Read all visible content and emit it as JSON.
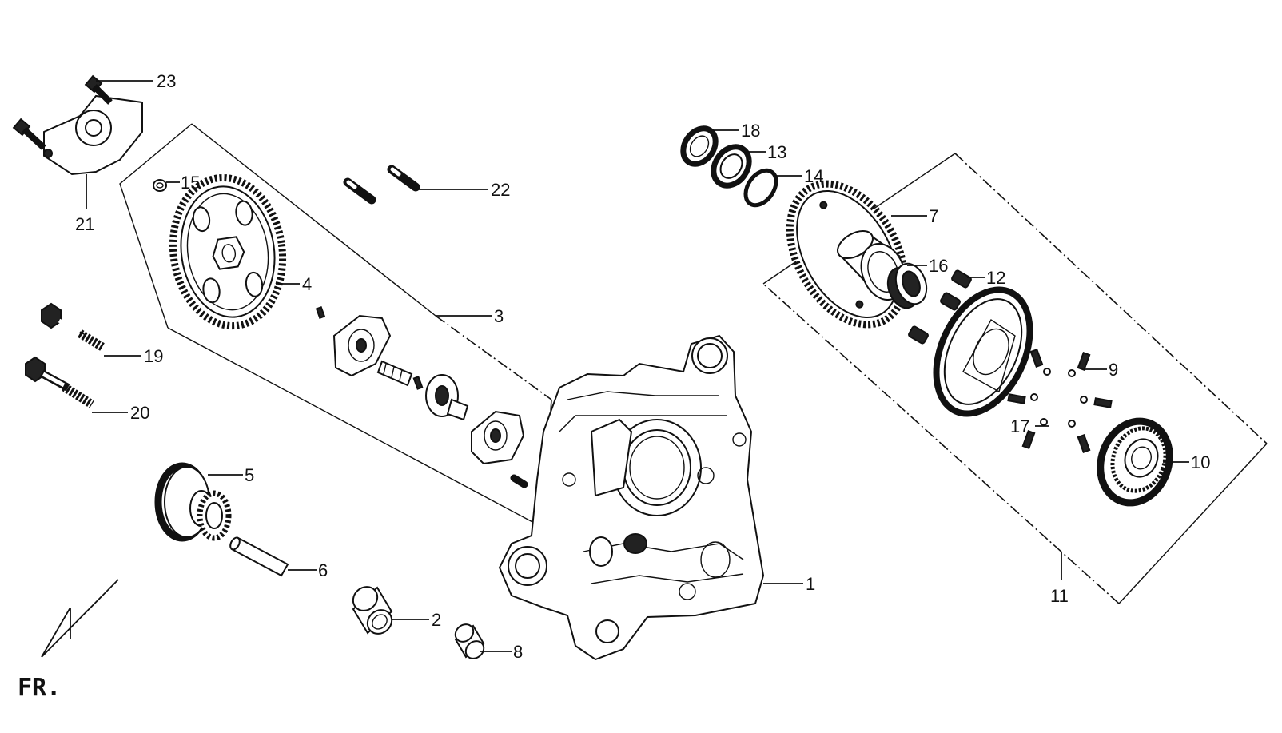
{
  "orientation_mark": "FR.",
  "callouts": [
    {
      "id": "c1",
      "label": "1"
    },
    {
      "id": "c2",
      "label": "2"
    },
    {
      "id": "c3",
      "label": "3"
    },
    {
      "id": "c4",
      "label": "4"
    },
    {
      "id": "c5",
      "label": "5"
    },
    {
      "id": "c6",
      "label": "6"
    },
    {
      "id": "c7",
      "label": "7"
    },
    {
      "id": "c8",
      "label": "8"
    },
    {
      "id": "c9",
      "label": "9"
    },
    {
      "id": "c10",
      "label": "10"
    },
    {
      "id": "c11",
      "label": "11"
    },
    {
      "id": "c12",
      "label": "12"
    },
    {
      "id": "c13",
      "label": "13"
    },
    {
      "id": "c14",
      "label": "14"
    },
    {
      "id": "c15",
      "label": "15"
    },
    {
      "id": "c16",
      "label": "16"
    },
    {
      "id": "c17",
      "label": "17"
    },
    {
      "id": "c18",
      "label": "18"
    },
    {
      "id": "c19",
      "label": "19"
    },
    {
      "id": "c20",
      "label": "20"
    },
    {
      "id": "c21",
      "label": "21"
    },
    {
      "id": "c22",
      "label": "22"
    },
    {
      "id": "c23",
      "label": "23"
    }
  ]
}
